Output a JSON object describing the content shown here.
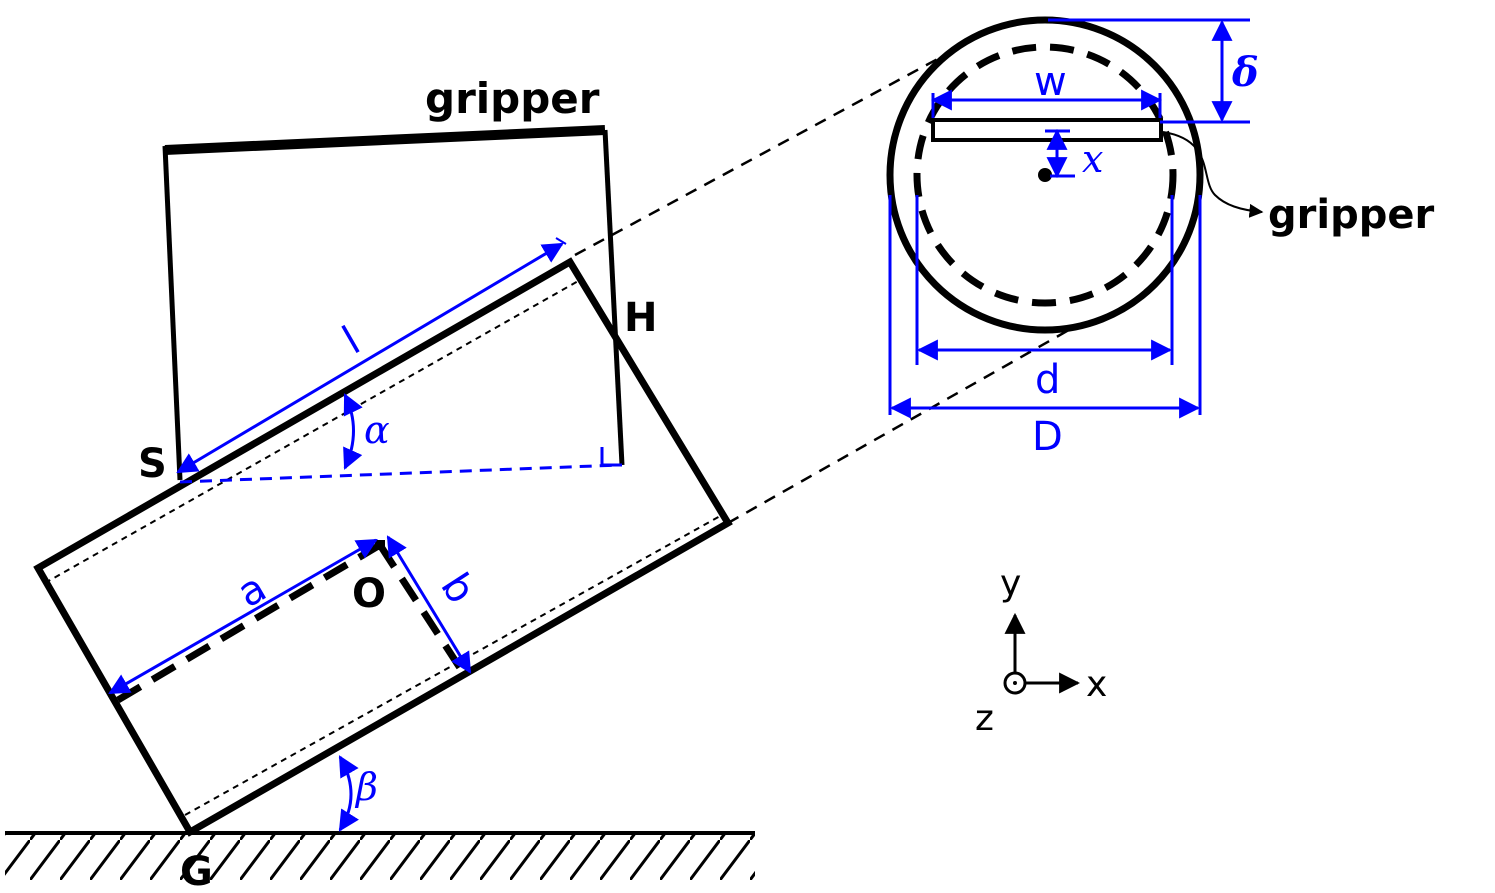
{
  "labels": {
    "gripper_main": "gripper",
    "gripper_inset": "gripper",
    "point_h": "H",
    "point_s": "S",
    "point_o": "O",
    "point_g": "G",
    "dim_l": "l",
    "dim_a": "a",
    "dim_b": "b",
    "dim_w": "w",
    "dim_x": "x",
    "dim_d": "d",
    "dim_D": "D",
    "angle_alpha": "α",
    "angle_beta": "β",
    "gap_delta": "δ"
  },
  "axes": {
    "y": "y",
    "x": "x",
    "z": "z"
  },
  "colors": {
    "dimension": "#0000ff",
    "structure": "#000000"
  }
}
